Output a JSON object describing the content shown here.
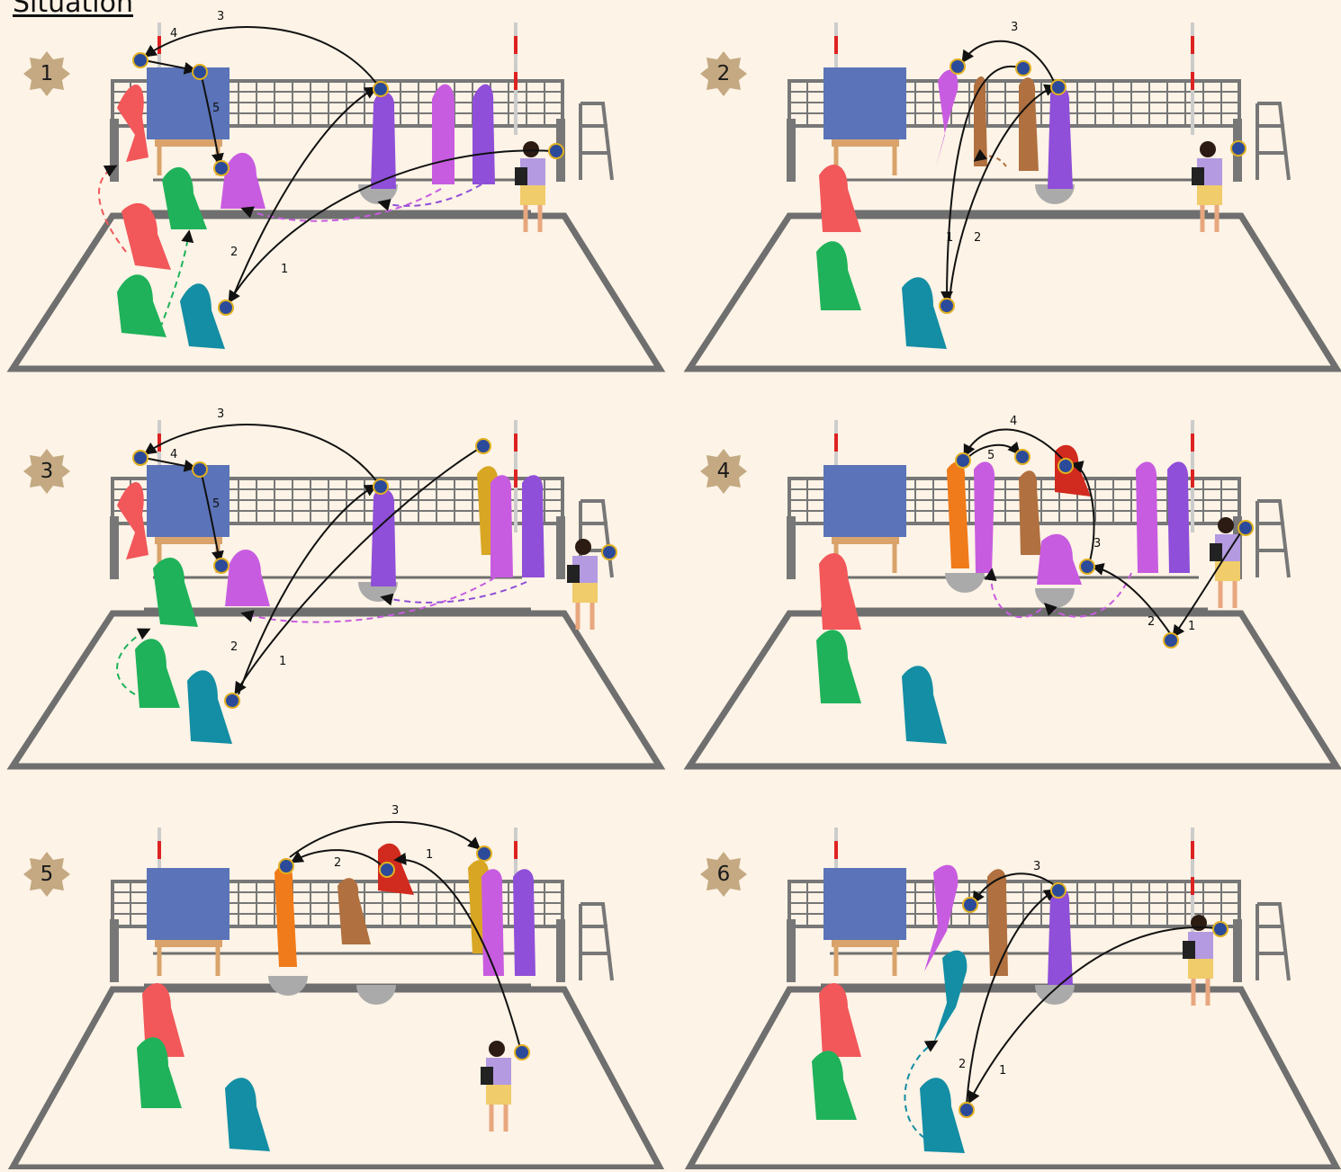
{
  "title": "Situation",
  "colors": {
    "background": "#fdf3e6",
    "court_lines": "#6f6f6f",
    "net_pole": "#777777",
    "pad": "#5b73b8",
    "badge": "#c4a982",
    "ball_path": "#111111",
    "red_player": "#f2575a",
    "green_player": "#1fb25a",
    "teal_player": "#138ea4",
    "purple_player": "#8f4fd8",
    "pink_player": "#c85ce0",
    "brown_player": "#b0703f",
    "orange_player": "#f07b1a",
    "gold_player": "#d8a623",
    "coach_shirt": "#b49ae0",
    "coach_shorts": "#f0cc6a"
  },
  "icons": [
    "volleyball-icon",
    "referee-chair-icon",
    "coach-icon",
    "player-silhouette-icon",
    "blocking-pad-icon"
  ],
  "panels": [
    {
      "number": "1",
      "labels": [
        "1",
        "2",
        "3",
        "4",
        "5"
      ]
    },
    {
      "number": "2",
      "labels": [
        "1",
        "2",
        "3"
      ]
    },
    {
      "number": "3",
      "labels": [
        "1",
        "2",
        "3",
        "4",
        "5"
      ]
    },
    {
      "number": "4",
      "labels": [
        "1",
        "2",
        "3",
        "4",
        "5"
      ]
    },
    {
      "number": "5",
      "labels": [
        "1",
        "2",
        "3"
      ]
    },
    {
      "number": "6",
      "labels": [
        "1",
        "2",
        "3"
      ]
    }
  ]
}
